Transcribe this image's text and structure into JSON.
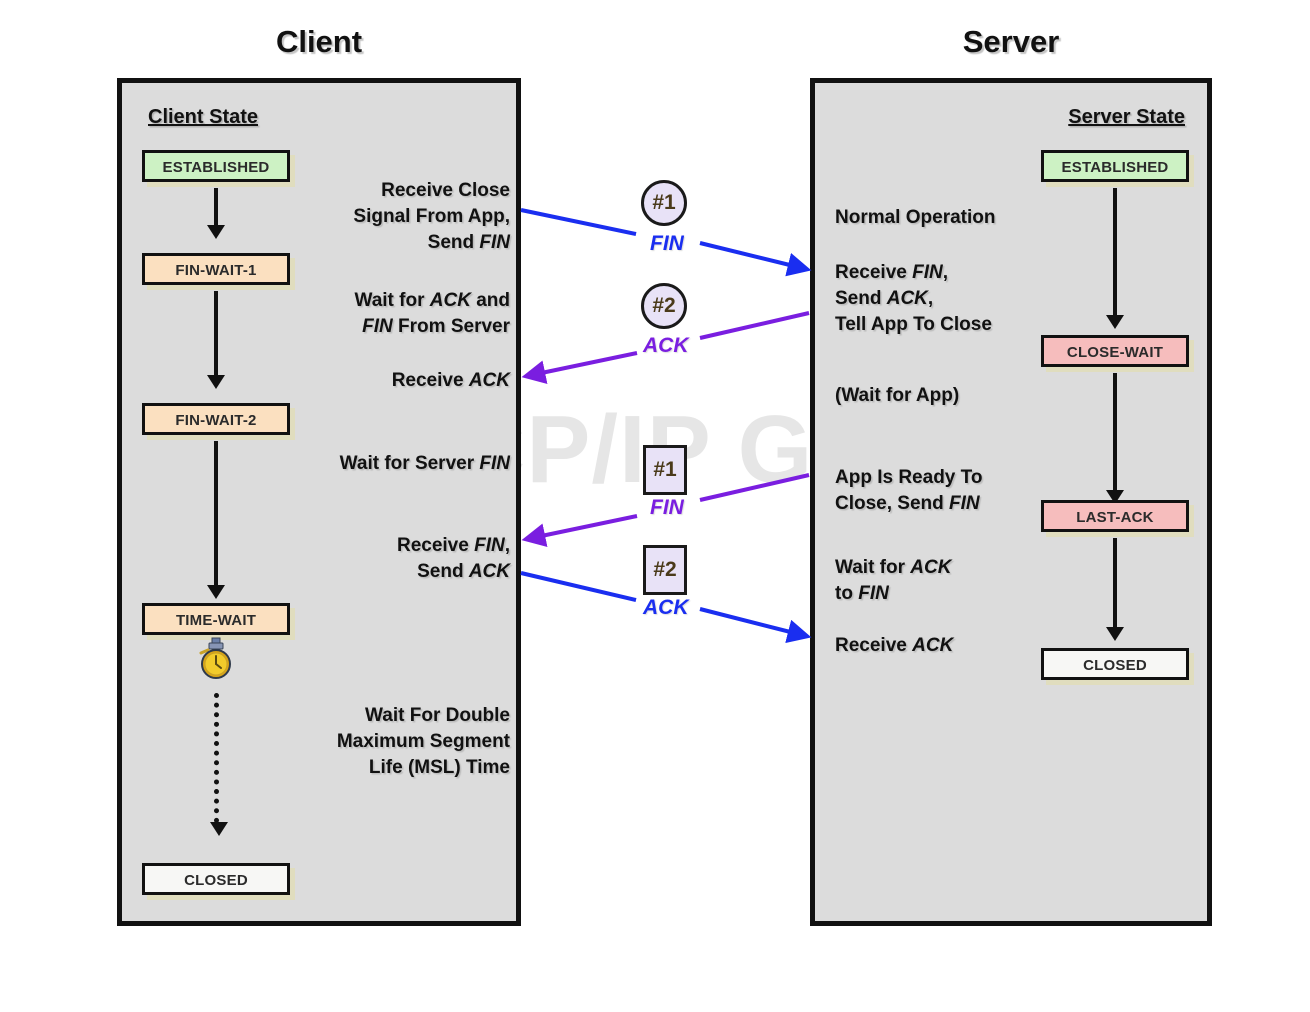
{
  "diagram": {
    "title_client": "Client",
    "title_server": "Server",
    "watermark": "The TCP/IP Guide",
    "colors": {
      "established": "#cdf2c4",
      "wait": "#fbe0c0",
      "pink": "#f6bdbd",
      "closed": "#f7f7f5",
      "panel_bg": "#dcdcdc",
      "arrow_blue": "#1a2ef0",
      "arrow_purple": "#7a1ee0",
      "border": "#111111"
    }
  },
  "client": {
    "state_heading": "Client State",
    "states": [
      {
        "label": "ESTABLISHED",
        "style": "st-established"
      },
      {
        "label": "FIN-WAIT-1",
        "style": "st-wait"
      },
      {
        "label": "FIN-WAIT-2",
        "style": "st-wait"
      },
      {
        "label": "TIME-WAIT",
        "style": "st-wait"
      },
      {
        "label": "CLOSED",
        "style": "st-closed"
      }
    ],
    "notes": [
      "Receive Close\nSignal From App,\nSend FIN",
      "Wait for ACK and\nFIN From Server",
      "Receive ACK",
      "Wait for Server FIN",
      "Receive FIN,\nSend ACK",
      "Wait For Double\nMaximum Segment\nLife (MSL) Time"
    ],
    "timer_icon": "stopwatch-icon"
  },
  "server": {
    "state_heading": "Server State",
    "states": [
      {
        "label": "ESTABLISHED",
        "style": "st-established"
      },
      {
        "label": "CLOSE-WAIT",
        "style": "st-pink"
      },
      {
        "label": "LAST-ACK",
        "style": "st-pink"
      },
      {
        "label": "CLOSED",
        "style": "st-closed"
      }
    ],
    "notes": [
      "Normal Operation",
      "Receive FIN,\nSend ACK,\nTell App To Close",
      "(Wait for App)",
      "App Is Ready To\nClose, Send FIN",
      "Wait for ACK\nto FIN",
      "Receive ACK"
    ]
  },
  "messages": [
    {
      "marker": "#1",
      "shape": "circle",
      "label": "FIN",
      "direction": "client-to-server",
      "color": "#1a2ef0"
    },
    {
      "marker": "#2",
      "shape": "circle",
      "label": "ACK",
      "direction": "server-to-client",
      "color": "#7a1ee0"
    },
    {
      "marker": "#1",
      "shape": "square",
      "label": "FIN",
      "direction": "server-to-client",
      "color": "#7a1ee0"
    },
    {
      "marker": "#2",
      "shape": "square",
      "label": "ACK",
      "direction": "client-to-server",
      "color": "#1a2ef0"
    }
  ]
}
